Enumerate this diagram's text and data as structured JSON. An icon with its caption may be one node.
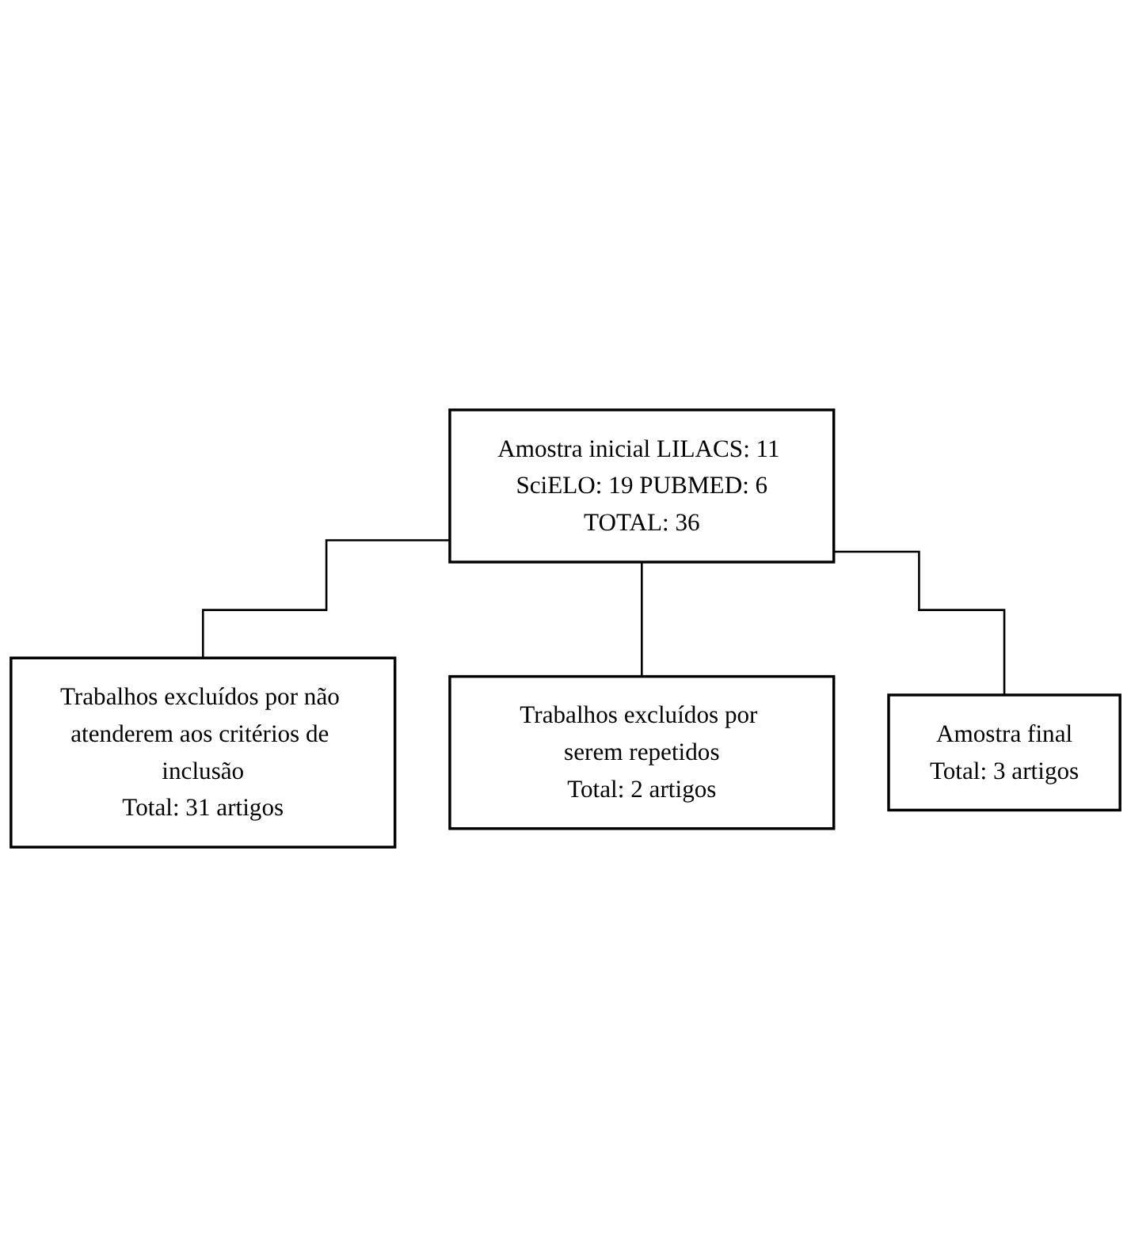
{
  "diagram": {
    "nodes": [
      {
        "text": [
          "Amostra inicial LILACS: 11 SciELO: 19 PUBMED: 6",
          "TOTAL: 36"
        ]
      },
      {
        "text": [
          "Trabalhos excluídos por não atenderem aos critérios de inclusão",
          "Total: 31 artigos"
        ]
      },
      {
        "text": [
          "Trabalhos excluídos por serem repetidos",
          "Total: 2 artigos"
        ]
      },
      {
        "text": [
          "Amostra final",
          "Total: 3 artigos"
        ]
      }
    ],
    "edges": [
      {
        "from": 0,
        "to": 1,
        "arrow": "none"
      },
      {
        "from": 0,
        "to": 2,
        "arrow": "none"
      },
      {
        "from": 0,
        "to": 3,
        "arrow": "none"
      }
    ]
  }
}
